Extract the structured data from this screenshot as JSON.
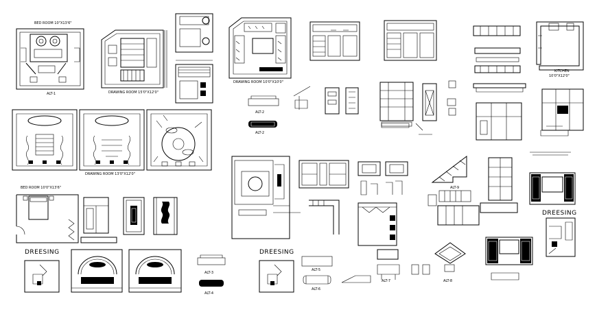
{
  "labels": {
    "bed_room_1": "BED ROOM 10\"X13'6\"",
    "alt_1": "ALT-1",
    "drawing_room_1": "DRAWING ROOM 15'0\"X12'0\"",
    "drawing_room_2": "DRAWING ROOM 10'0\"X10'0\"",
    "drawing_room_3": "DRAWING ROOM 13'0\"X12'0\"",
    "alt_2": "ALT-2",
    "alt_2b": "ALT-2",
    "kitchen": "KITCHEN",
    "kitchen_size": "10'0\"X12'0\"",
    "bed_room_2": "BED ROOM 10'0\"X13'6\"",
    "dressing_1": "DREESING",
    "dressing_2": "DREESING",
    "dressing_3": "DREESING",
    "alt_3": "ALT-3",
    "alt_4": "ALT-4",
    "alt_5": "ALT-5",
    "alt_6": "ALT-6",
    "alt_7": "ALT-7",
    "alt_8": "ALT-8",
    "alt_9": "ALT-9"
  }
}
